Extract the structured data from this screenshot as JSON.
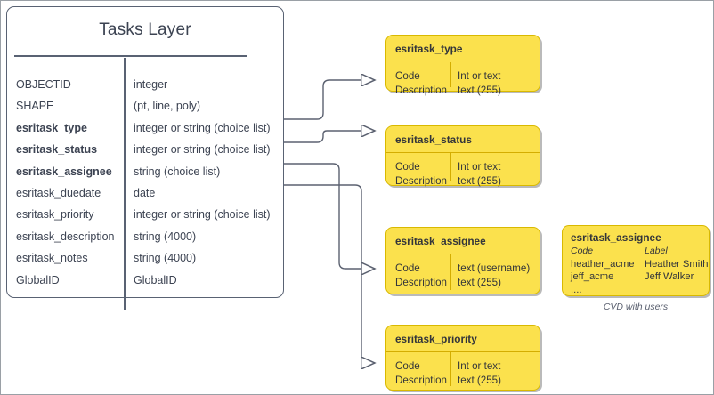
{
  "diagram": {
    "title": "Tasks Layer",
    "main_entity": {
      "name": "Tasks Layer",
      "fields": [
        {
          "name": "OBJECTID",
          "type": "integer",
          "bold": false
        },
        {
          "name": "SHAPE",
          "type": "(pt, line, poly)",
          "bold": false
        },
        {
          "name": "esritask_type",
          "type": "integer or string (choice list)",
          "bold": true
        },
        {
          "name": "esritask_status",
          "type": "integer or string (choice list)",
          "bold": true
        },
        {
          "name": "esritask_assignee",
          "type": "string (choice list)",
          "bold": true
        },
        {
          "name": "esritask_duedate",
          "type": "date",
          "bold": false
        },
        {
          "name": "esritask_priority",
          "type": "integer or string (choice list)",
          "bold": false
        },
        {
          "name": "esritask_description",
          "type": "string (4000)",
          "bold": false
        },
        {
          "name": "esritask_notes",
          "type": "string (4000)",
          "bold": false
        },
        {
          "name": "GlobalID",
          "type": "GlobalID",
          "bold": false
        }
      ]
    },
    "domains": [
      {
        "id": "type",
        "title": "esritask_type",
        "codes": "Code\nDescription",
        "types": "Int or text\ntext (255)"
      },
      {
        "id": "status",
        "title": "esritask_status",
        "codes": "Code\nDescription",
        "types": "Int or text\ntext (255)"
      },
      {
        "id": "assignee",
        "title": "esritask_assignee",
        "codes": "Code\nDescription",
        "types": "text  (username)\ntext (255)"
      },
      {
        "id": "priority",
        "title": "esritask_priority",
        "codes": "Code\nDescription",
        "types": "Int or text\ntext (255)"
      }
    ],
    "cvd_sample": {
      "title": "esritask_assignee",
      "header": {
        "code": "Code",
        "label": "Label"
      },
      "rows": [
        {
          "code": "heather_acme",
          "label": "Heather Smith"
        },
        {
          "code": "jeff_acme",
          "label": "Jeff Walker"
        },
        {
          "code": "....",
          "label": ""
        }
      ],
      "caption": "CVD with users"
    },
    "colors": {
      "domain_fill": "#fbe14d",
      "domain_stroke": "#d9b900",
      "line": "#5b6170",
      "text": "#3c4352",
      "canvas_border": "#9aa0a6"
    }
  }
}
